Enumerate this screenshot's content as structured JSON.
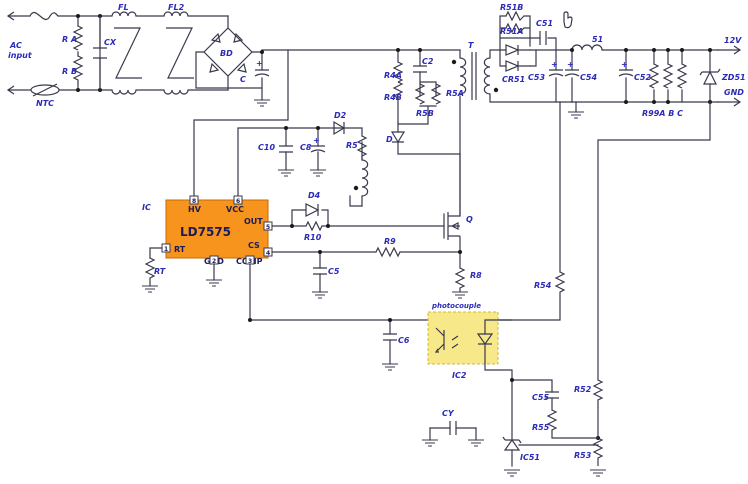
{
  "labels": {
    "ac_input_line1": "AC",
    "ac_input_line2": "input",
    "ra": "R A",
    "rb": "R B",
    "ntc": "NTC",
    "cx": "CX",
    "fl": "FL",
    "fl2": "FL2",
    "bd": "BD",
    "c": "C",
    "r4a": "R4A",
    "r4b": "R4B",
    "c2": "C2",
    "r5a": "R5A",
    "r5b": "R5B",
    "d": "D",
    "t": "T",
    "r51b": "R51B",
    "r51a": "R51A",
    "c51": "C51",
    "cr51": "CR51",
    "inductor_51": "51",
    "c53": "C53",
    "c54": "C54",
    "c52": "C52",
    "r99": "R99A B C",
    "zd51": "ZD51",
    "v12": "12V",
    "gnd_out": "GND",
    "c10": "C10",
    "c8": "C8",
    "d2": "D2",
    "r5": "R5",
    "d4": "D4",
    "r10": "R10",
    "q": "Q",
    "r9": "R9",
    "r8": "R8",
    "c5": "C5",
    "rt": "RT",
    "ic": "IC",
    "r54": "R54",
    "photocouple": "photocouple",
    "ic2": "IC2",
    "c6": "C6",
    "cy": "CY",
    "c55": "C55",
    "r55": "R55",
    "r52": "R52",
    "r53": "R53",
    "ic51": "IC51"
  },
  "ic": {
    "name": "LD7575",
    "pin_hv": "HV",
    "pin_vcc": "VCC",
    "pin_out": "OUT",
    "pin_cs": "CS",
    "pin_rt": "RT",
    "pin_gnd": "GND",
    "pin_comp": "COMP",
    "pin_num_hv": "8",
    "pin_num_vcc": "6",
    "pin_num_out": "5",
    "pin_num_cs": "4",
    "pin_num_rt": "1",
    "pin_num_gnd": "2",
    "pin_num_comp": "3"
  },
  "colors": {
    "ic_fill": "#f7941d",
    "optocoupler_fill": "#f7e88a",
    "label": "#2b2bb8",
    "wire": "#3a3a4e"
  }
}
